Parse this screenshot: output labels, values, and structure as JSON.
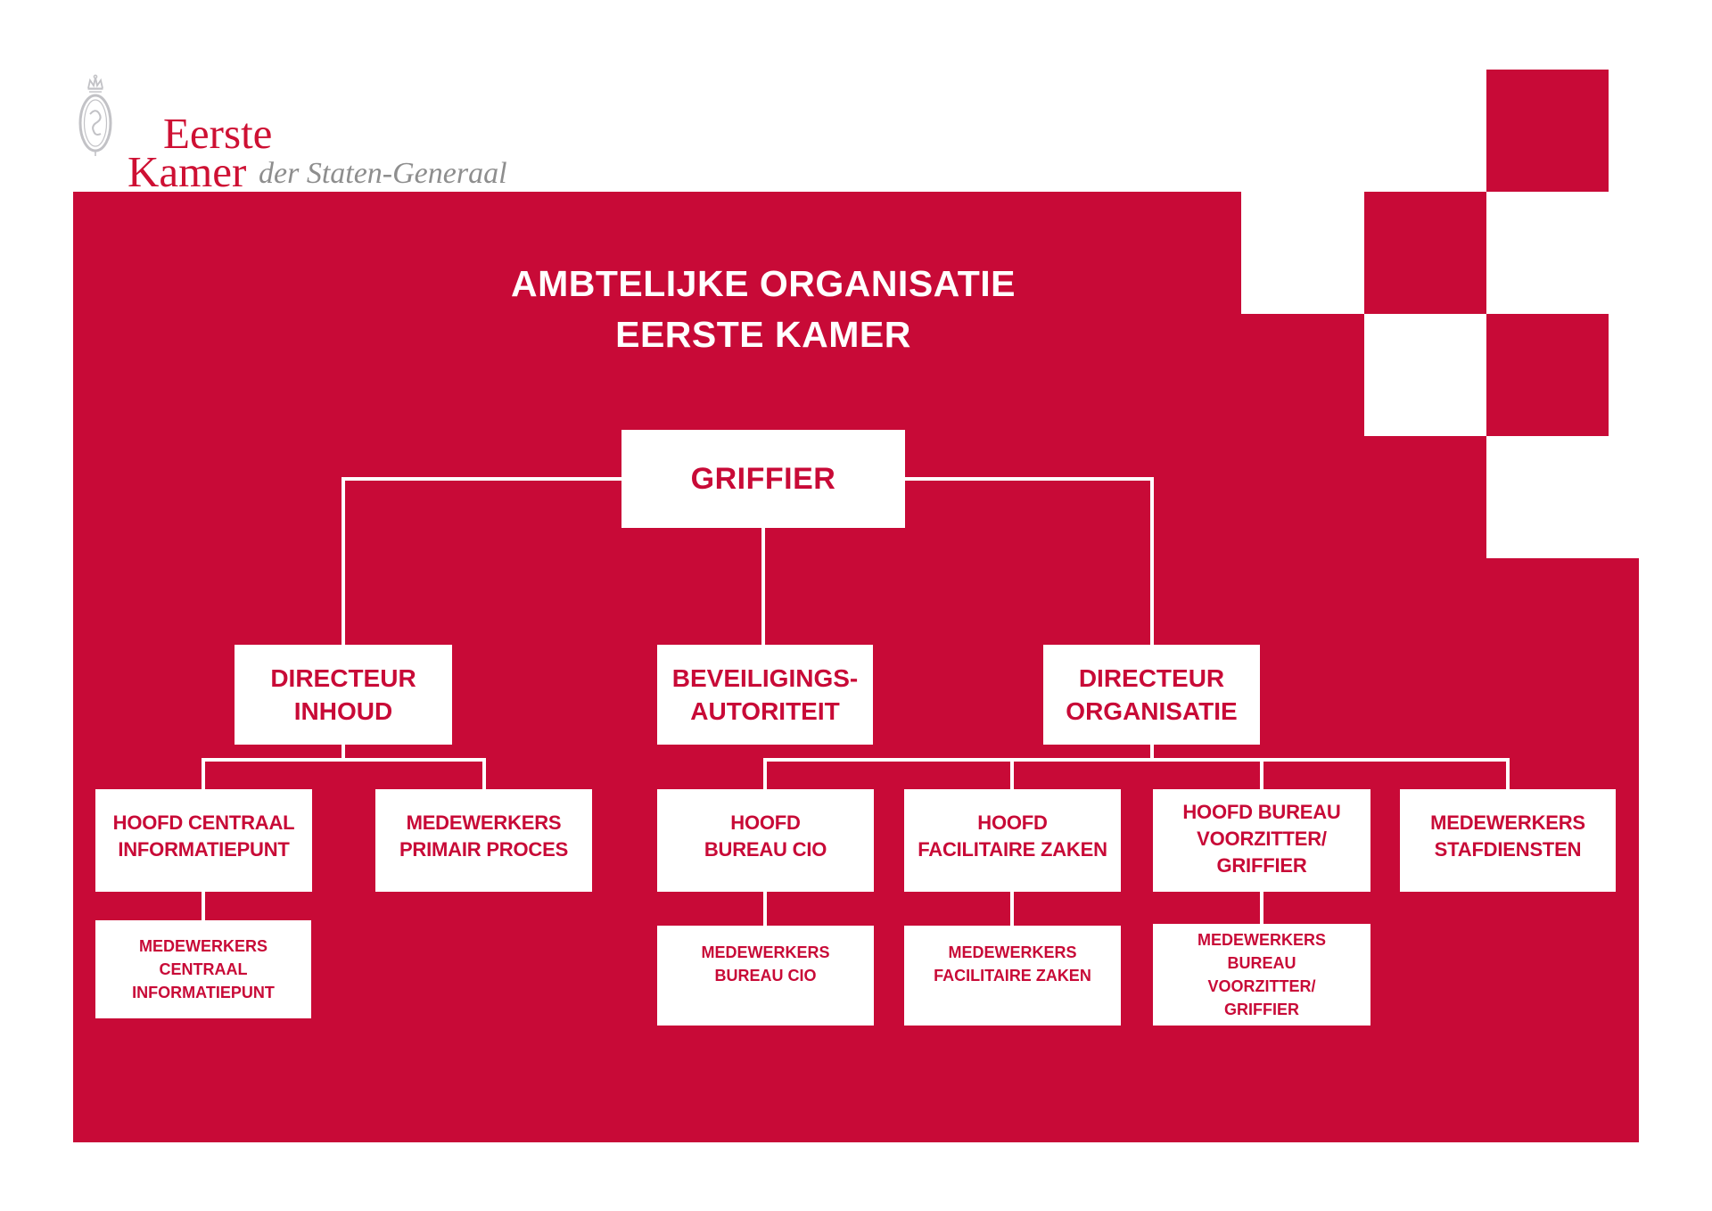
{
  "colors": {
    "brand-red": "#C80A37",
    "text-red": "#C80A37",
    "logo-red": "#CE1033",
    "logo-gray": "#8E8E8E",
    "crest-gray": "#C2C2C6",
    "line-white": "#FFFFFF"
  },
  "logo": {
    "line1": "Eerste",
    "line2": "Kamer",
    "subtitle": "der Staten-Generaal",
    "crest_icon": "eerste-kamer-crest"
  },
  "title": {
    "line1": "AMBTELIJKE ORGANISATIE",
    "line2": "EERSTE KAMER"
  },
  "org": {
    "griffier": {
      "label": "GRIFFIER"
    },
    "directeur_inhoud": {
      "label": "DIRECTEUR\nINHOUD"
    },
    "beveiligingsautoriteit": {
      "label": "BEVEILIGINGS-\nAUTORITEIT"
    },
    "directeur_organisatie": {
      "label": "DIRECTEUR\nORGANISATIE"
    },
    "hoofd_centraal_informatiepunt": {
      "label": "HOOFD CENTRAAL\nINFORMATIEPUNT"
    },
    "medewerkers_primair_proces": {
      "label": "MEDEWERKERS\nPRIMAIR PROCES"
    },
    "hoofd_bureau_cio": {
      "label": "HOOFD\nBUREAU CIO"
    },
    "hoofd_facilitaire_zaken": {
      "label": "HOOFD\nFACILITAIRE ZAKEN"
    },
    "hoofd_bureau_voorzitter_griffier": {
      "label": "HOOFD BUREAU\nVOORZITTER/\nGRIFFIER"
    },
    "medewerkers_stafdiensten": {
      "label": "MEDEWERKERS\nSTAFDIENSTEN"
    },
    "medewerkers_centraal_informatiepunt": {
      "label": "MEDEWERKERS\nCENTRAAL\nINFORMATIEPUNT"
    },
    "medewerkers_bureau_cio": {
      "label": "MEDEWERKERS\nBUREAU CIO"
    },
    "medewerkers_facilitaire_zaken": {
      "label": "MEDEWERKERS\nFACILITAIRE ZAKEN"
    },
    "medewerkers_bureau_voorzitter_griffier": {
      "label": "MEDEWERKERS\nBUREAU\nVOORZITTER/\nGRIFFIER"
    }
  }
}
